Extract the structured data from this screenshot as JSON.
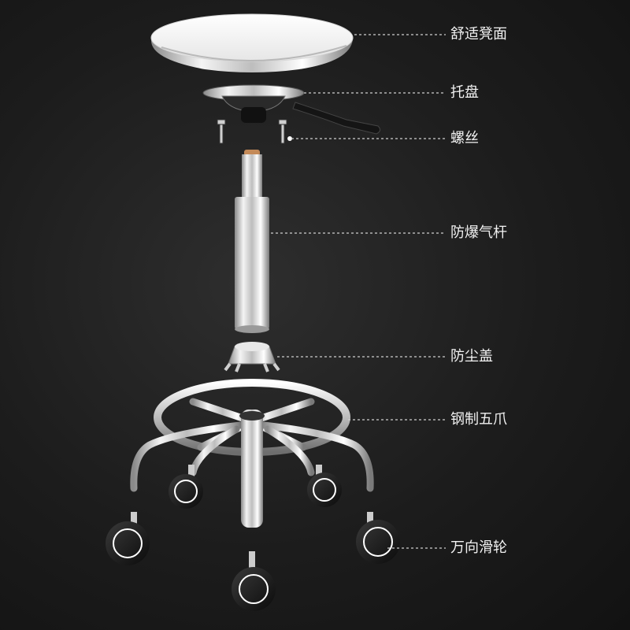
{
  "parts": [
    {
      "id": "seat",
      "label": "舒适凳面"
    },
    {
      "id": "tray",
      "label": "托盘"
    },
    {
      "id": "screws",
      "label": "螺丝"
    },
    {
      "id": "gas-lift",
      "label": "防爆气杆"
    },
    {
      "id": "dust-cover",
      "label": "防尘盖"
    },
    {
      "id": "steel-base",
      "label": "钢制五爪"
    },
    {
      "id": "casters",
      "label": "万向滑轮"
    }
  ]
}
